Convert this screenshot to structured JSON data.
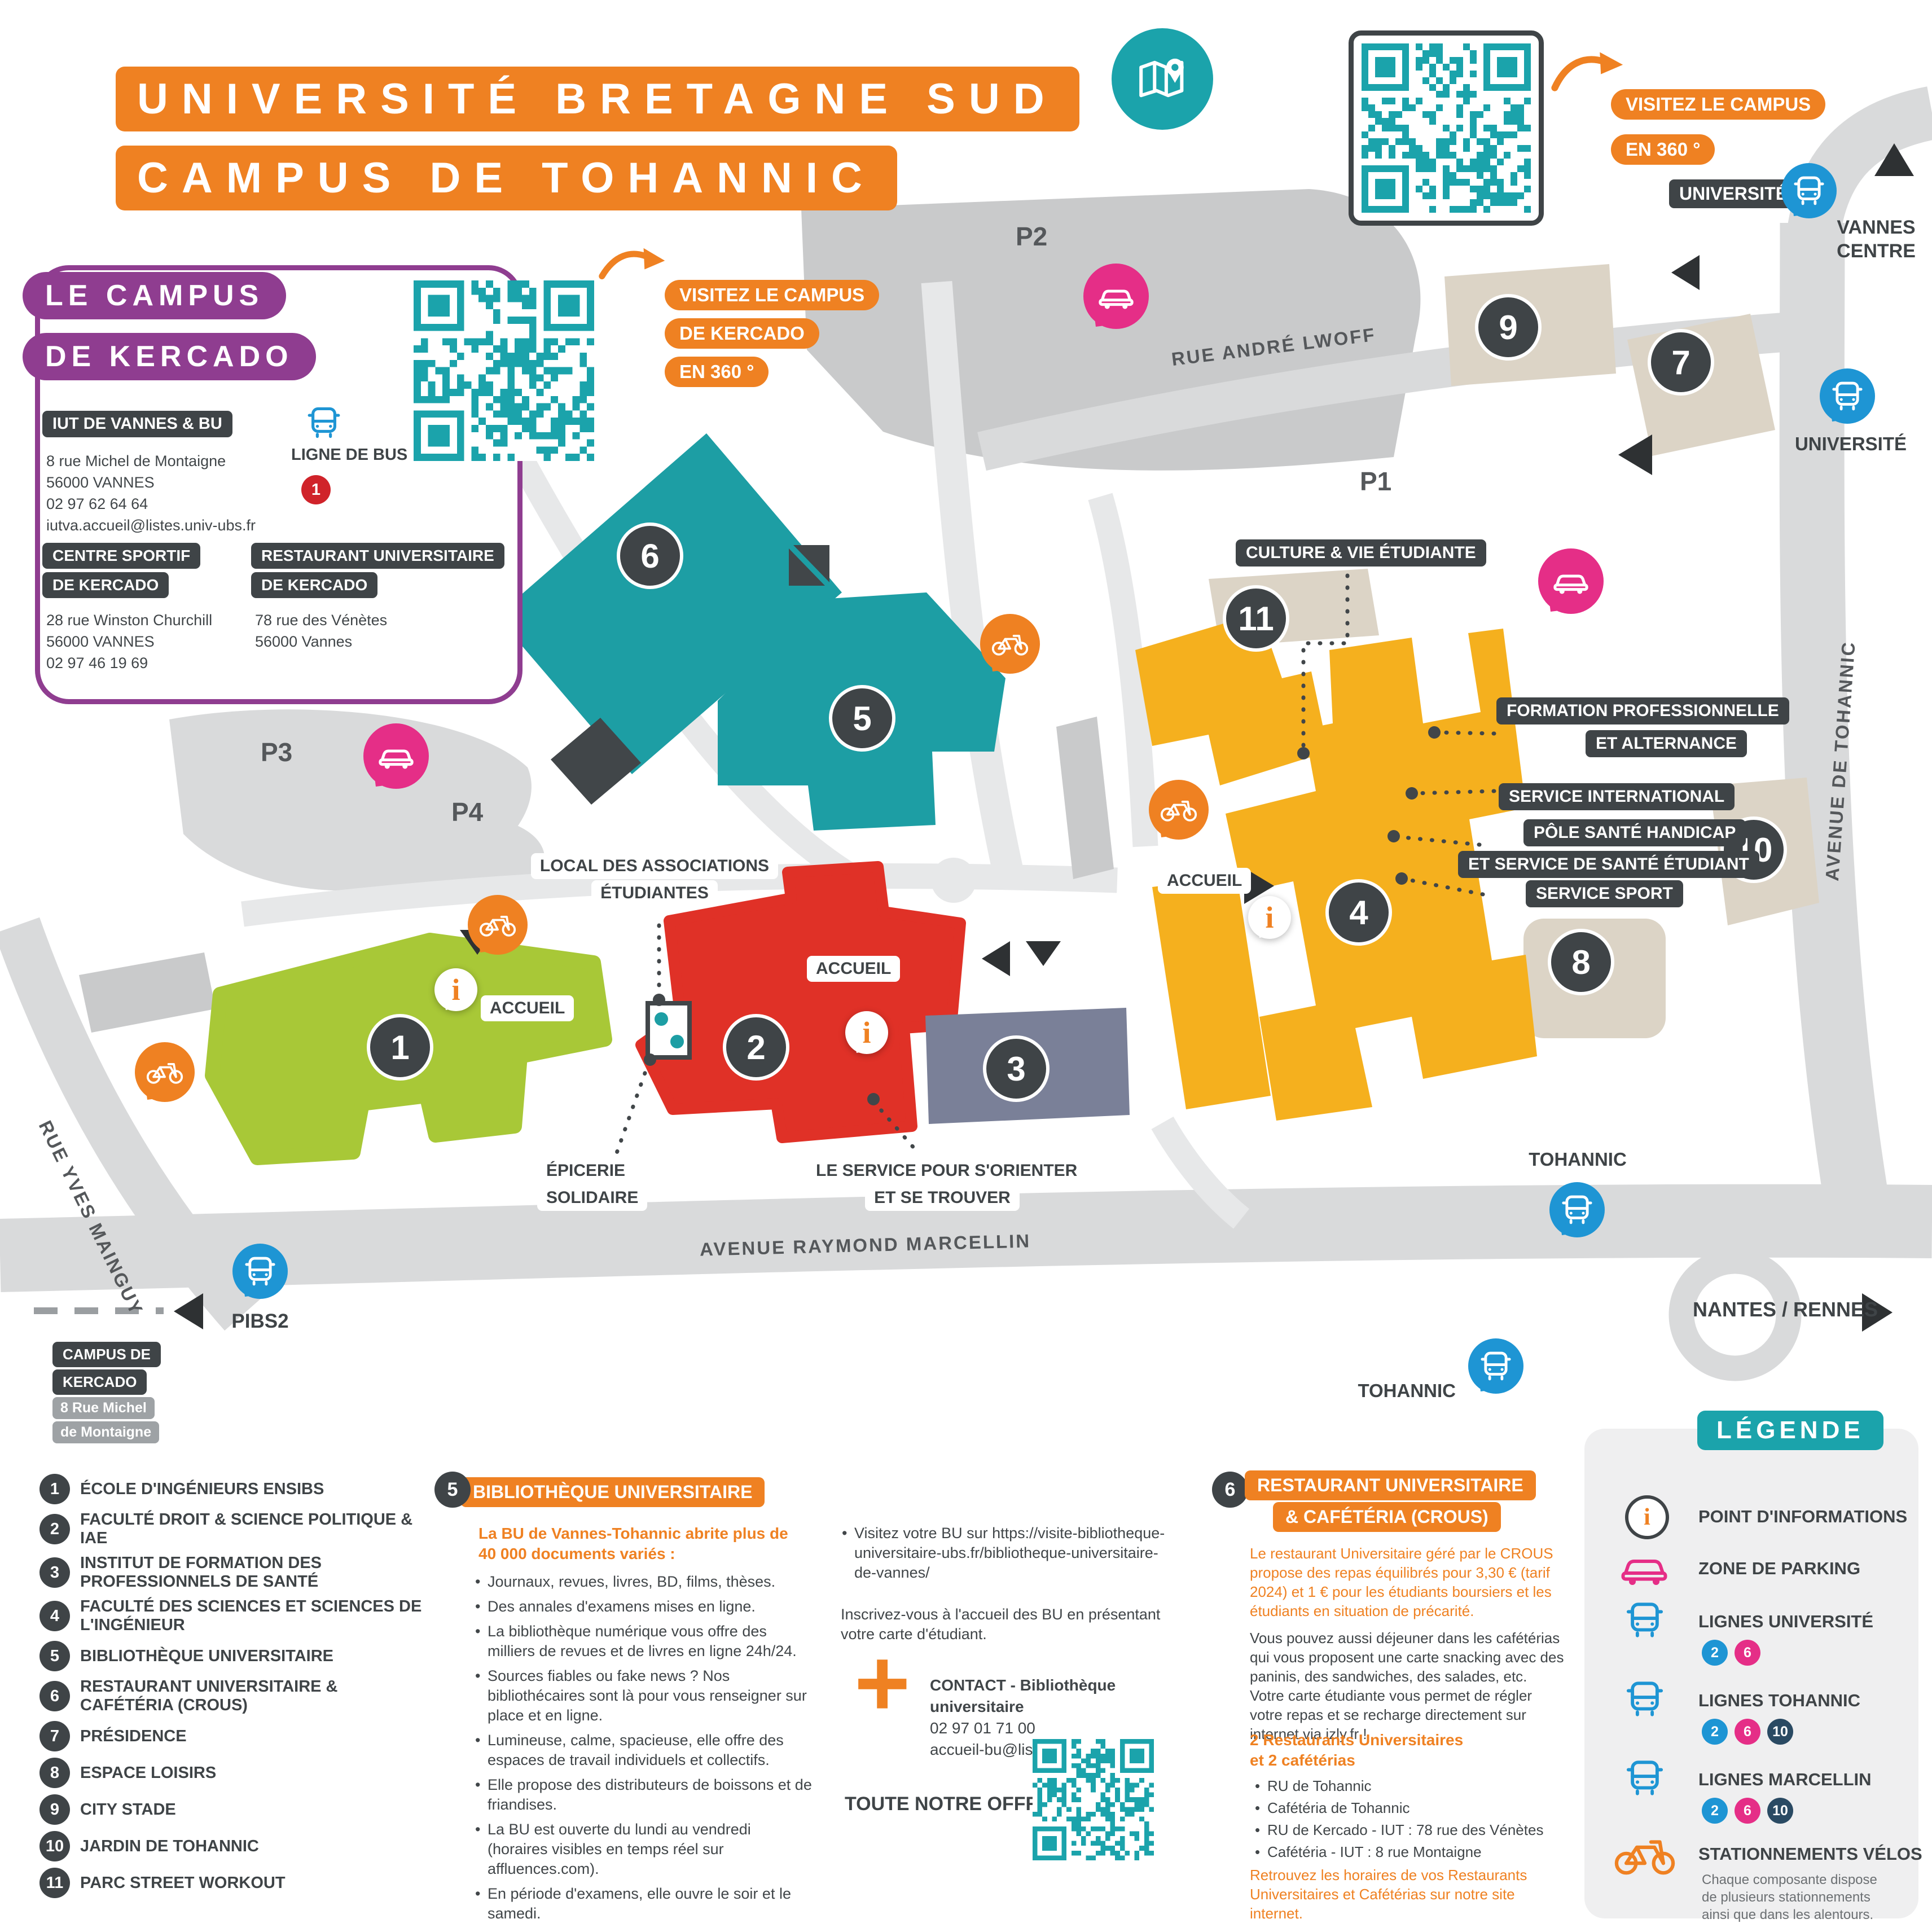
{
  "colors": {
    "orange": "#EF8122",
    "teal": "#1BA3AB",
    "purple": "#8F3D90",
    "pink": "#E52E87",
    "blue": "#1E95D4",
    "dark": "#3F4447",
    "green": "#A8C837",
    "red": "#E03127",
    "yellow": "#F5B01E",
    "slate": "#7A8098"
  },
  "header": {
    "title1": "UNIVERSITÉ BRETAGNE SUD",
    "title2": "CAMPUS DE TOHANNIC",
    "visit1": "VISITEZ LE CAMPUS",
    "visit2": "EN 360 °",
    "stop_universite": "UNIVERSITÉ",
    "vannes1": "VANNES",
    "vannes2": "CENTRE"
  },
  "kercado": {
    "t1": "LE CAMPUS",
    "t2": "DE KERCADO",
    "visit1": "VISITEZ LE CAMPUS",
    "visit2": "DE KERCADO",
    "visit3": "EN 360 °",
    "iut_title": "IUT DE VANNES & BU",
    "iut1": "8 rue Michel de Montaigne",
    "iut2": "56000 VANNES",
    "iut3": "02 97 62 64 64",
    "iut4": "iutva.accueil@listes.univ-ubs.fr",
    "bus_label": "LIGNE DE BUS",
    "bus_line": "1",
    "sport1": "CENTRE SPORTIF",
    "sport2": "DE KERCADO",
    "sport_a1": "28 rue Winston Churchill",
    "sport_a2": "56000 VANNES",
    "sport_a3": "02 97 46 19 69",
    "ru1": "RESTAURANT UNIVERSITAIRE",
    "ru2": "DE KERCADO",
    "ru_a1": "78 rue des Vénètes",
    "ru_a2": "56000 Vannes"
  },
  "map": {
    "p1": "P1",
    "p2": "P2",
    "p3": "P3",
    "p4": "P4",
    "road_lwoff": "RUE ANDRÉ LWOFF",
    "road_tohannic": "AVENUE DE TOHANNIC",
    "road_marcellin": "AVENUE RAYMOND MARCELLIN",
    "road_mainguy": "RUE YVES MAINGUY",
    "culture": "CULTURE & VIE ÉTUDIANTE",
    "formation1": "FORMATION PROFESSIONNELLE",
    "formation2": "ET ALTERNANCE",
    "intl": "SERVICE INTERNATIONAL",
    "sante1": "PÔLE SANTÉ HANDICAP",
    "sante2": "ET SERVICE DE SANTÉ ÉTUDIANT",
    "sport": "SERVICE SPORT",
    "accueil": "ACCUEIL",
    "assoc1": "LOCAL DES ASSOCIATIONS",
    "assoc2": "ÉTUDIANTES",
    "epicerie1": "ÉPICERIE",
    "epicerie2": "SOLIDAIRE",
    "orienter1": "LE SERVICE POUR S'ORIENTER",
    "orienter2": "ET SE TROUVER",
    "tohannic": "TOHANNIC",
    "universite": "UNIVERSITÉ",
    "pibs2": "PIBS2",
    "nantes": "NANTES / RENNES",
    "ck1": "CAMPUS DE",
    "ck2": "KERCADO",
    "ck3": "8 Rue Michel",
    "ck4": "de Montaigne",
    "nums": [
      "1",
      "2",
      "3",
      "4",
      "5",
      "6",
      "7",
      "8",
      "9",
      "10",
      "11"
    ]
  },
  "list": {
    "items": [
      {
        "num": "1",
        "label": "ÉCOLE D'INGÉNIEURS ENSIBS"
      },
      {
        "num": "2",
        "label": "FACULTÉ DROIT & SCIENCE POLITIQUE  &  IAE"
      },
      {
        "num": "3",
        "label": "INSTITUT DE FORMATION DES PROFESSIONNELS DE SANTÉ"
      },
      {
        "num": "4",
        "label": "FACULTÉ DES SCIENCES ET SCIENCES DE L'INGÉNIEUR"
      },
      {
        "num": "5",
        "label": "BIBLIOTHÈQUE UNIVERSITAIRE"
      },
      {
        "num": "6",
        "label": "RESTAURANT UNIVERSITAIRE & CAFÉTÉRIA (CROUS)"
      },
      {
        "num": "7",
        "label": "PRÉSIDENCE"
      },
      {
        "num": "8",
        "label": "ESPACE LOISIRS"
      },
      {
        "num": "9",
        "label": "CITY STADE"
      },
      {
        "num": "10",
        "label": "JARDIN DE TOHANNIC"
      },
      {
        "num": "11",
        "label": "PARC STREET WORKOUT"
      }
    ]
  },
  "bu": {
    "num": "5",
    "title": "BIBLIOTHÈQUE UNIVERSITAIRE",
    "intro": "La BU de Vannes-Tohannic abrite plus de 40 000 documents variés :",
    "b0": "Journaux, revues, livres, BD, films, thèses.",
    "b1": "Des annales d'examens mises en ligne.",
    "b2": "La bibliothèque numérique vous offre des milliers de revues et de livres en ligne 24h/24.",
    "b3": "Sources fiables ou fake news ? Nos bibliothécaires sont là pour vous renseigner sur place et en ligne.",
    "b4": "Lumineuse, calme, spacieuse, elle offre des espaces de travail individuels et collectifs.",
    "b5": "Elle propose des distributeurs de boissons et de friandises.",
    "b6": "La BU est ouverte du lundi au vendredi (horaires visibles en temps réel sur affluences.com).",
    "b7": "En période d'examens, elle ouvre le soir et le samedi.",
    "visit": "Visitez votre BU sur https://visite-bibliotheque-universitaire-ubs.fr/bibliotheque-universitaire-de-vannes/",
    "inscription": "Inscrivez-vous à l'accueil des BU en présentant votre carte d'étudiant.",
    "contact_label": "CONTACT",
    "contact_rest": "- Bibliothèque universitaire",
    "phone": "02 97 01 71 00",
    "email": "accueil-bu@listes.univ-ubs.fr",
    "offer": "TOUTE NOTRE OFFRE :"
  },
  "ru": {
    "num": "6",
    "title1": "RESTAURANT UNIVERSITAIRE",
    "title2": "& CAFÉTÉRIA (CROUS)",
    "p1": "Le restaurant Universitaire géré par le CROUS propose des repas équilibrés pour 3,30 € (tarif 2024) et 1 € pour les étudiants boursiers et les étudiants en situation de précarité.",
    "p2": "Vous pouvez  aussi déjeuner dans les cafétérias qui vous proposent une carte snacking avec des paninis, des sandwiches, des salades, etc. Votre carte étudiante vous permet de régler votre repas et se recharge directement sur internet via izly.fr !",
    "sub1": "2 Restaurants Universitaires",
    "sub2": "et 2 cafétérias",
    "r0": "RU de Tohannic",
    "r1": "Cafétéria de Tohannic",
    "r2": "RU de Kercado - IUT : 78 rue des Vénètes",
    "r3": "Cafétéria - IUT : 8 rue Montaigne",
    "footer": "Retrouvez les horaires de vos Restaurants Universitaires et Cafétérias sur notre site internet."
  },
  "legend": {
    "title": "LÉGENDE",
    "info": "POINT D'INFORMATIONS",
    "parking": "ZONE DE PARKING",
    "universite": "LIGNES UNIVERSITÉ",
    "tohannic": "LIGNES TOHANNIC",
    "marcellin": "LIGNES MARCELLIN",
    "velos": "STATIONNEMENTS VÉLOS",
    "velos_note1": "Chaque composante dispose",
    "velos_note2": "de plusieurs stationnements",
    "velos_note3": "ainsi que dans les alentours.",
    "badge2": "2",
    "badge6": "6",
    "badge10": "10"
  }
}
